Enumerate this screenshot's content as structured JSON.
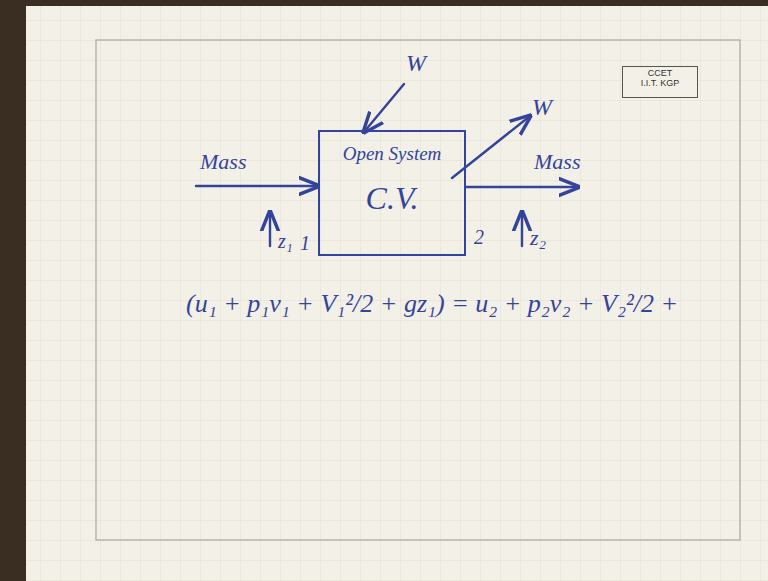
{
  "diagram": {
    "nodes": [
      {
        "text": [
          "Open System",
          "C.V."
        ]
      },
      {
        "text": [
          "CCET I.I.T. KGP"
        ]
      }
    ],
    "labels": [
      "W",
      "W",
      "Mass",
      "Mass",
      "1",
      "2",
      "z₁",
      "z₂",
      "(u₁ + p₁v₁ + V₁²/2 + gz₁) = u₂ + p₂v₂ + V₂²/2 +"
    ]
  }
}
